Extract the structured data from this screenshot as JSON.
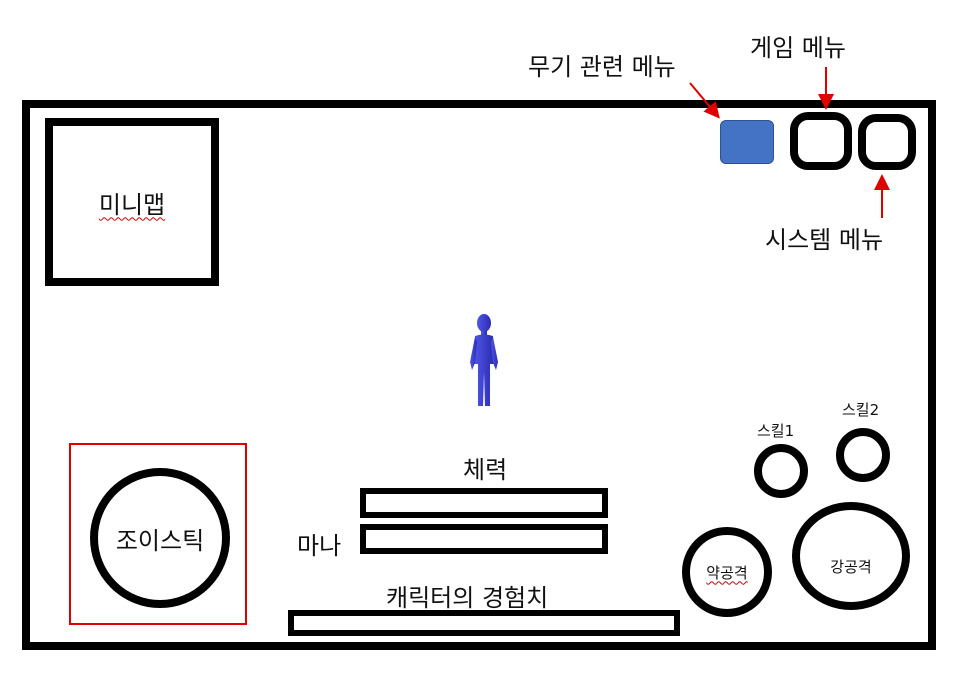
{
  "labels": {
    "weapon_menu": "무기 관련 메뉴",
    "game_menu": "게임 메뉴",
    "system_menu": "시스템 메뉴",
    "minimap": "미니맵",
    "health": "체력",
    "mana": "마나",
    "experience": "캐릭터의 경험치",
    "joystick": "조이스틱",
    "skill1": "스킬1",
    "skill2": "스킬2",
    "weak_attack": "약공격",
    "strong_attack": "강공격"
  },
  "colors": {
    "weapon_menu_fill": "#4472c4",
    "arrow": "#e00000",
    "joystick_highlight": "#e00000",
    "character": "#3a3fd0"
  },
  "icons": {
    "character": "humanoid-figure-icon"
  }
}
